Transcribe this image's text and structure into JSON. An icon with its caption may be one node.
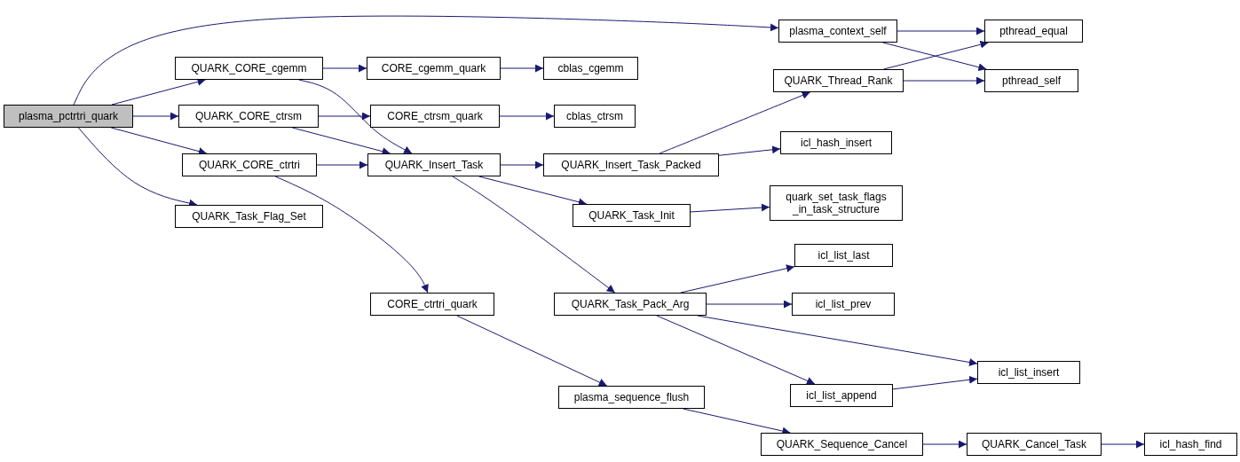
{
  "diagram": {
    "nodes": [
      {
        "text": [
          "plasma_pctrtri_quark"
        ]
      },
      {
        "text": [
          "plasma_context_self"
        ]
      },
      {
        "text": [
          "QUARK_CORE_cgemm"
        ]
      },
      {
        "text": [
          "CORE_cgemm_quark"
        ]
      },
      {
        "text": [
          "cblas_cgemm"
        ]
      },
      {
        "text": [
          "pthread_equal"
        ]
      },
      {
        "text": [
          "QUARK_Thread_Rank"
        ]
      },
      {
        "text": [
          "pthread_self"
        ]
      },
      {
        "text": [
          "QUARK_CORE_ctrsm"
        ]
      },
      {
        "text": [
          "CORE_ctrsm_quark"
        ]
      },
      {
        "text": [
          "cblas_ctrsm"
        ]
      },
      {
        "text": [
          "QUARK_CORE_ctrtri"
        ]
      },
      {
        "text": [
          "QUARK_Insert_Task"
        ]
      },
      {
        "text": [
          "QUARK_Insert_Task_Packed"
        ]
      },
      {
        "text": [
          "icl_hash_insert"
        ]
      },
      {
        "text": [
          "QUARK_Task_Flag_Set"
        ]
      },
      {
        "text": [
          "QUARK_Task_Init"
        ]
      },
      {
        "text": [
          "quark_set_task_flags _in_task_structure"
        ]
      },
      {
        "text": [
          "icl_list_last"
        ]
      },
      {
        "text": [
          "CORE_ctrtri_quark"
        ]
      },
      {
        "text": [
          "QUARK_Task_Pack_Arg"
        ]
      },
      {
        "text": [
          "icl_list_prev"
        ]
      },
      {
        "text": [
          "icl_list_insert"
        ]
      },
      {
        "text": [
          "plasma_sequence_flush"
        ]
      },
      {
        "text": [
          "icl_list_append"
        ]
      },
      {
        "text": [
          "QUARK_Sequence_Cancel"
        ]
      },
      {
        "text": [
          "QUARK_Cancel_Task"
        ]
      },
      {
        "text": [
          "icl_hash_find"
        ]
      }
    ],
    "edges": [
      {
        "from": 0,
        "to": 1,
        "arrow": "to"
      },
      {
        "from": 0,
        "to": 2,
        "arrow": "to"
      },
      {
        "from": 0,
        "to": 8,
        "arrow": "to"
      },
      {
        "from": 0,
        "to": 11,
        "arrow": "to"
      },
      {
        "from": 0,
        "to": 15,
        "arrow": "to"
      },
      {
        "from": 1,
        "to": 5,
        "arrow": "to"
      },
      {
        "from": 1,
        "to": 7,
        "arrow": "to"
      },
      {
        "from": 2,
        "to": 3,
        "arrow": "to"
      },
      {
        "from": 2,
        "to": 12,
        "arrow": "to"
      },
      {
        "from": 3,
        "to": 4,
        "arrow": "to"
      },
      {
        "from": 6,
        "to": 5,
        "arrow": "to"
      },
      {
        "from": 6,
        "to": 7,
        "arrow": "to"
      },
      {
        "from": 8,
        "to": 9,
        "arrow": "to"
      },
      {
        "from": 8,
        "to": 12,
        "arrow": "to"
      },
      {
        "from": 9,
        "to": 10,
        "arrow": "to"
      },
      {
        "from": 11,
        "to": 12,
        "arrow": "to"
      },
      {
        "from": 11,
        "to": 19,
        "arrow": "to"
      },
      {
        "from": 12,
        "to": 13,
        "arrow": "to"
      },
      {
        "from": 12,
        "to": 16,
        "arrow": "to"
      },
      {
        "from": 12,
        "to": 20,
        "arrow": "to"
      },
      {
        "from": 13,
        "to": 6,
        "arrow": "to"
      },
      {
        "from": 13,
        "to": 14,
        "arrow": "to"
      },
      {
        "from": 16,
        "to": 17,
        "arrow": "to"
      },
      {
        "from": 19,
        "to": 23,
        "arrow": "to"
      },
      {
        "from": 20,
        "to": 18,
        "arrow": "to"
      },
      {
        "from": 20,
        "to": 21,
        "arrow": "to"
      },
      {
        "from": 20,
        "to": 22,
        "arrow": "to"
      },
      {
        "from": 20,
        "to": 24,
        "arrow": "to"
      },
      {
        "from": 23,
        "to": 25,
        "arrow": "to"
      },
      {
        "from": 24,
        "to": 22,
        "arrow": "to"
      },
      {
        "from": 25,
        "to": 26,
        "arrow": "to"
      },
      {
        "from": 26,
        "to": 27,
        "arrow": "to"
      }
    ]
  }
}
